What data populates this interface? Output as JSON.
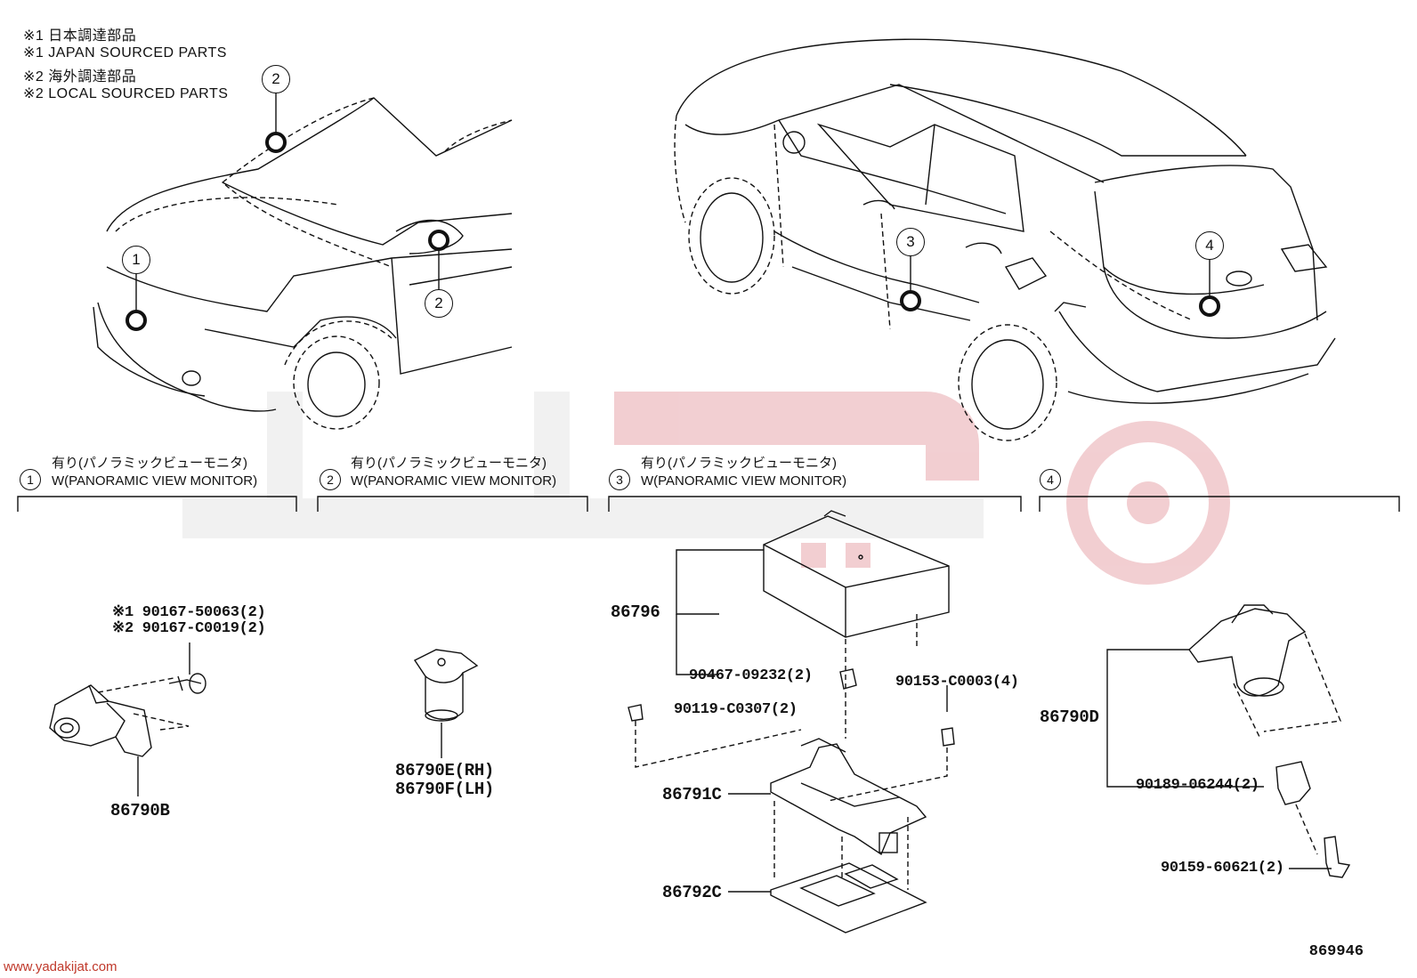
{
  "notes": [
    "※1 日本調達部品",
    "※1 JAPAN SOURCED PARTS",
    "※2 海外調達部品",
    "※2 LOCAL SOURCED PARTS"
  ],
  "callouts": {
    "c1": "1",
    "c2a": "2",
    "c2b": "2",
    "c3": "3",
    "c4": "4"
  },
  "sections": [
    {
      "num": "1",
      "jp": "有り(パノラミックビューモニタ)",
      "en": "W(PANORAMIC VIEW MONITOR)"
    },
    {
      "num": "2",
      "jp": "有り(パノラミックビューモニタ)",
      "en": "W(PANORAMIC VIEW MONITOR)"
    },
    {
      "num": "3",
      "jp": "有り(パノラミックビューモニタ)",
      "en": "W(PANORAMIC VIEW MONITOR)"
    },
    {
      "num": "4",
      "jp": "",
      "en": ""
    }
  ],
  "parts": {
    "p90167_a": "※1 90167-50063(2)",
    "p90167_b": "※2 90167-C0019(2)",
    "p86790B": "86790B",
    "p86790E": "86790E(RH)",
    "p86790F": "86790F(LH)",
    "p86796": "86796",
    "p90467": "90467-09232(2)",
    "p90153": "90153-C0003(4)",
    "p90119": "90119-C0307(2)",
    "p86791C": "86791C",
    "p86792C": "86792C",
    "p86790D": "86790D",
    "p90189": "90189-06244(2)",
    "p90159": "90159-60621(2)"
  },
  "footer": {
    "url": "www.yadakijat.com",
    "figure_no": "869946"
  },
  "colors": {
    "line": "#111111",
    "watermark_red": "#e8a7ad",
    "watermark_grey": "#e6e6e6"
  }
}
